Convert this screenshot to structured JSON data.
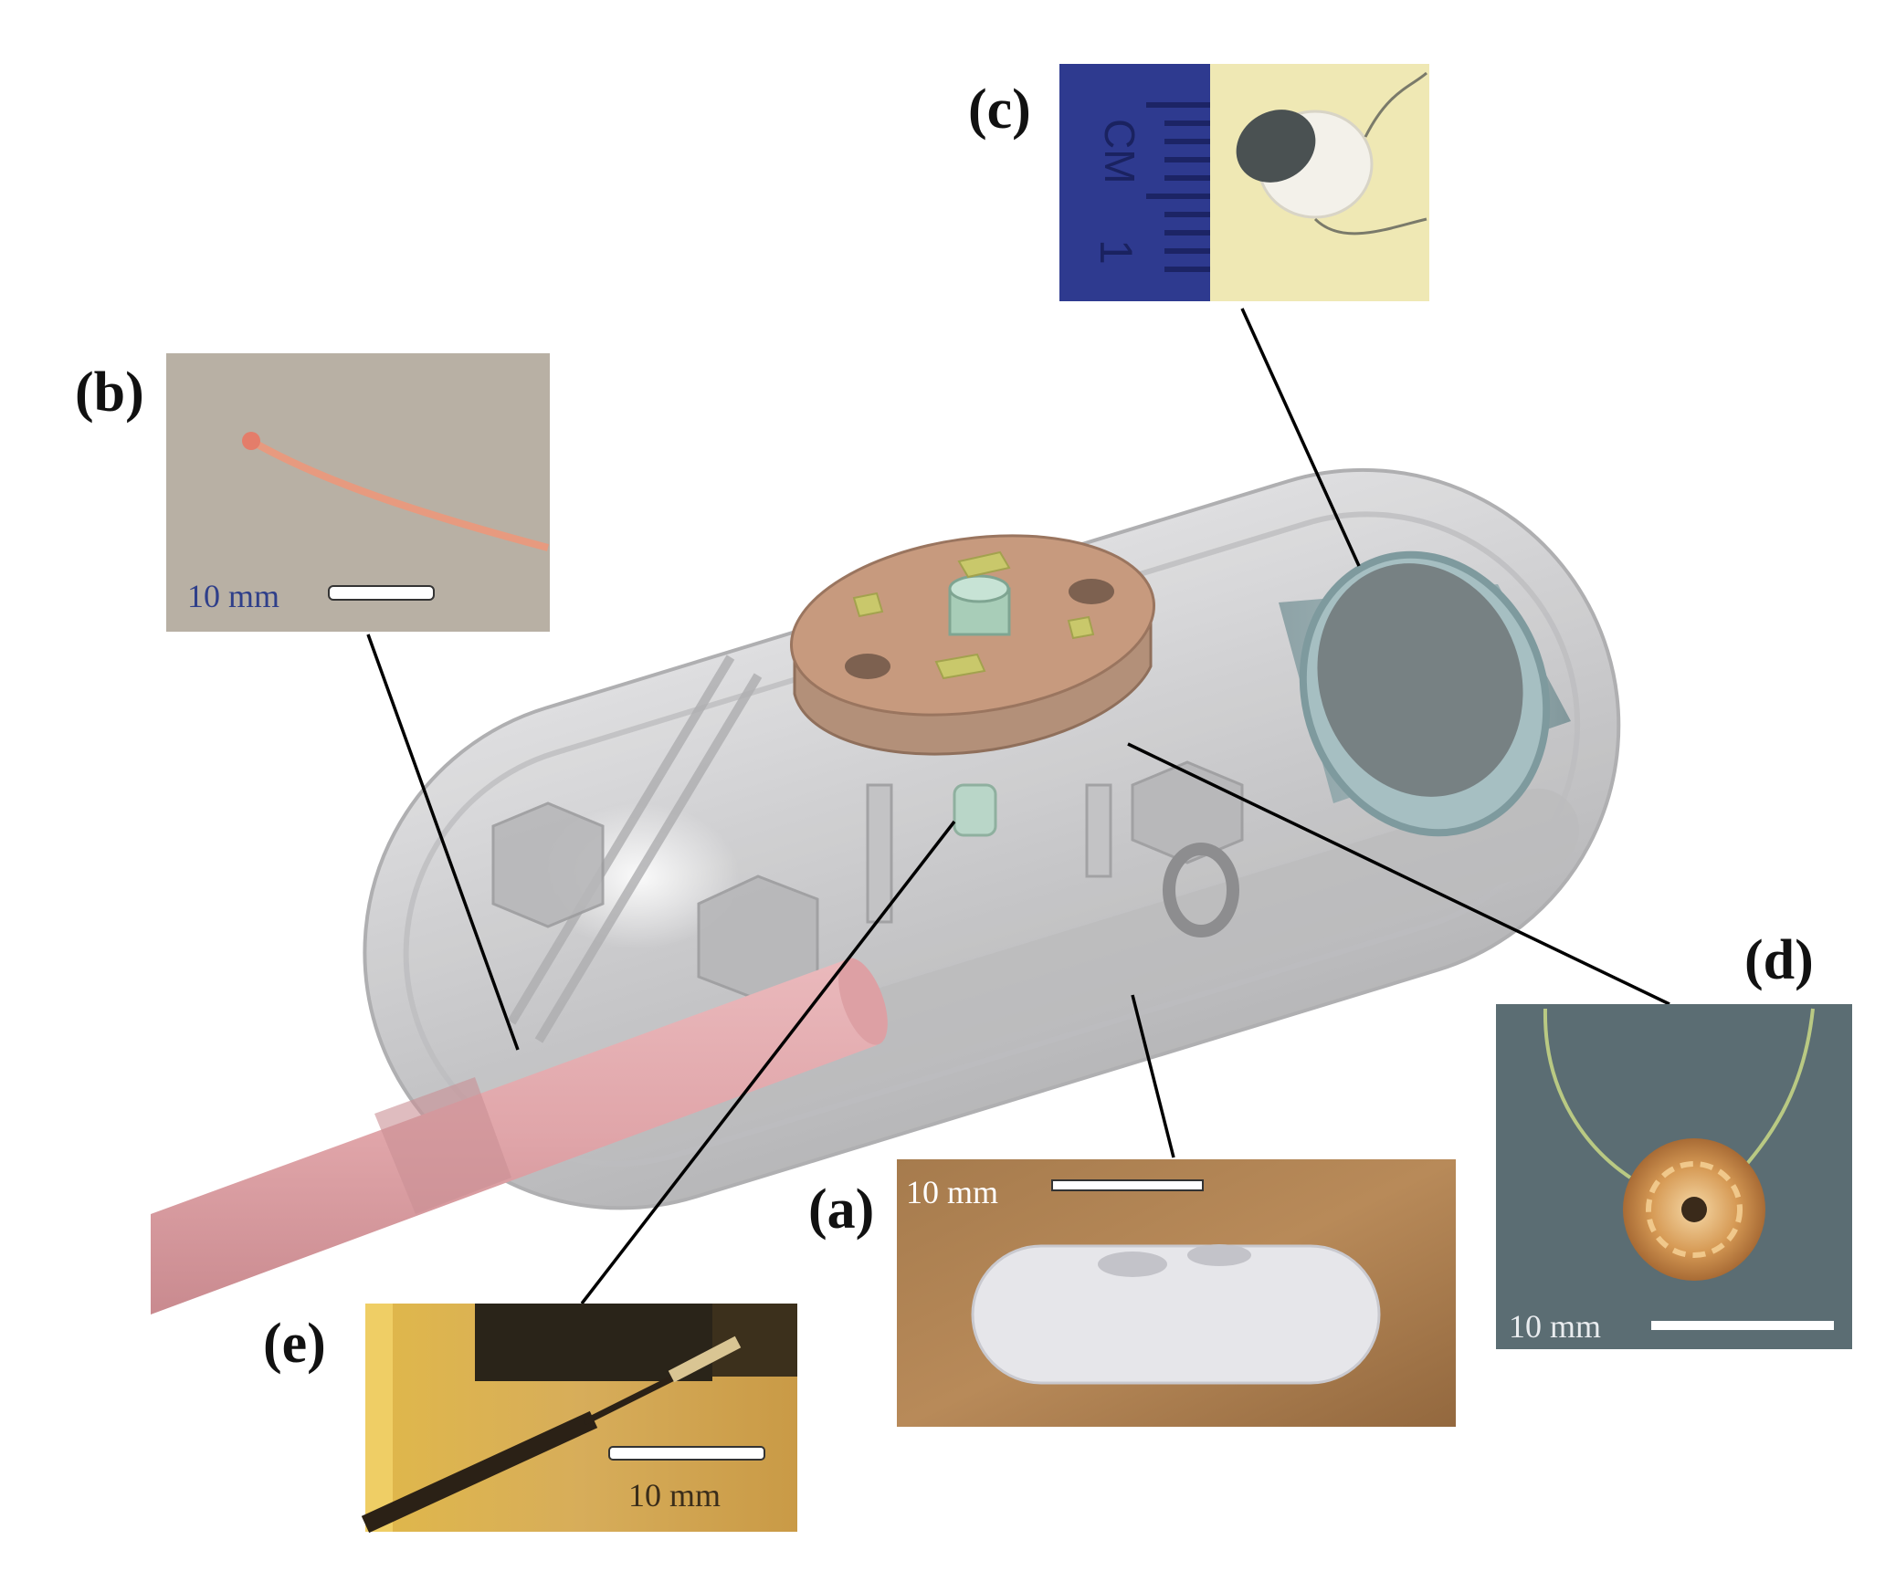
{
  "panels": {
    "a": {
      "label": "(a)",
      "scale": "10 mm"
    },
    "b": {
      "label": "(b)",
      "scale": "10 mm"
    },
    "c": {
      "label": "(c)",
      "ruler_text": "CM",
      "ruler_number": "1"
    },
    "d": {
      "label": "(d)",
      "scale": "10 mm"
    },
    "e": {
      "label": "(e)",
      "scale": "10 mm"
    }
  },
  "colors": {
    "capsule_shell": "#c9c9cb",
    "pink_tube": "#e3a9ad",
    "orange_disk": "#c4967b",
    "cylinder": "#8aa3a7",
    "green_pads": "#c8c86a",
    "line": "#000000"
  }
}
